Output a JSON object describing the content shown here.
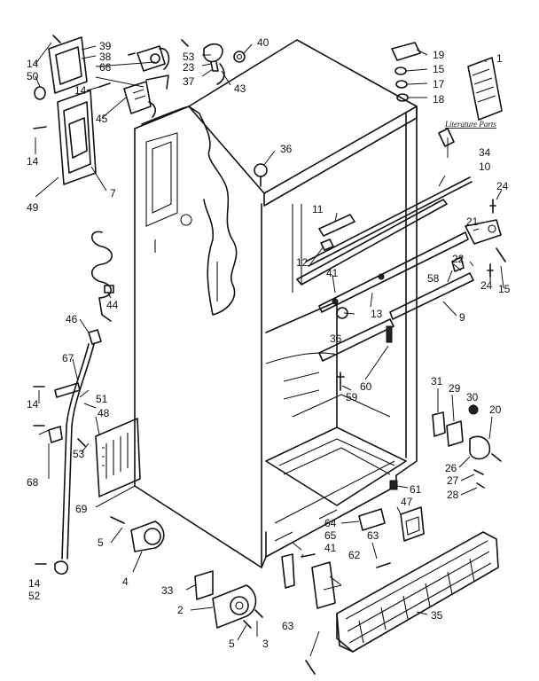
{
  "diagram": {
    "literature_caption": "Literature Parts",
    "callouts": {
      "c1": "1",
      "c2": "2",
      "c3": "3",
      "c4": "4",
      "c5a": "5",
      "c5b": "5",
      "c7": "7",
      "c9": "9",
      "c10": "10",
      "c11": "11",
      "c12": "12",
      "c13": "13",
      "c14a": "14",
      "c14b": "14",
      "c14c": "14",
      "c14d": "14",
      "c14e": "14",
      "c15a": "15",
      "c15b": "15",
      "c17": "17",
      "c18": "18",
      "c19": "19",
      "c20": "20",
      "c21": "21",
      "c22": "22",
      "c23": "23",
      "c24a": "24",
      "c24b": "24",
      "c26": "26",
      "c27": "27",
      "c28": "28",
      "c29": "29",
      "c30": "30",
      "c31": "31",
      "c33": "33",
      "c34": "34",
      "c35": "35",
      "c36a": "36",
      "c36b": "36",
      "c37": "37",
      "c38": "38",
      "c39": "39",
      "c40": "40",
      "c41a": "41",
      "c41b": "41",
      "c43": "43",
      "c44": "44",
      "c45": "45",
      "c46": "46",
      "c47": "47",
      "c48": "48",
      "c49": "49",
      "c50": "50",
      "c51": "51",
      "c52": "52",
      "c53a": "53",
      "c53b": "53",
      "c58": "58",
      "c59": "59",
      "c60": "60",
      "c61": "61",
      "c62": "62",
      "c63a": "63",
      "c63b": "63",
      "c64": "64",
      "c65": "65",
      "c66": "66",
      "c67": "67",
      "c68": "68",
      "c69": "69"
    }
  }
}
